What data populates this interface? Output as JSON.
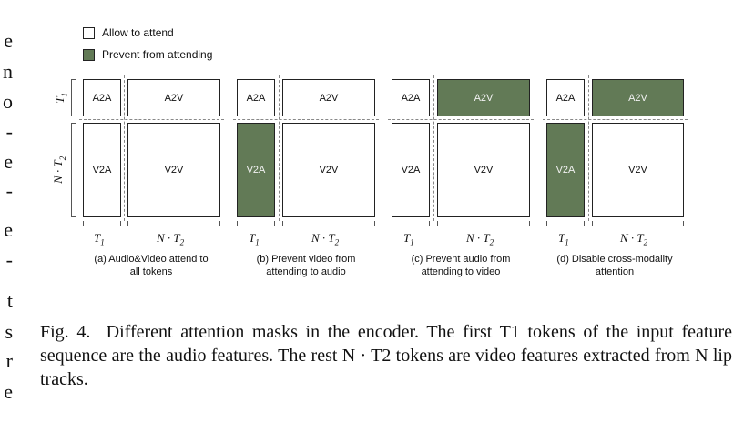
{
  "margin_letters": [
    "e",
    "n",
    "o",
    "-",
    "e",
    "-",
    "e",
    "-",
    "t",
    "s",
    "r",
    "e"
  ],
  "legend": {
    "allow_label": "Allow to attend",
    "prevent_label": "Prevent from attending",
    "allow_color": "#ffffff",
    "prevent_color": "#627a56"
  },
  "axis": {
    "t1": "T1",
    "nt2": "N · T2"
  },
  "panels": [
    {
      "a2a": "A2A",
      "a2v": "A2V",
      "v2a": "V2A",
      "v2v": "V2V",
      "blocked": [],
      "caption_line1": "(a) Audio&Video attend to",
      "caption_line2": "all tokens"
    },
    {
      "a2a": "A2A",
      "a2v": "A2V",
      "v2a": "V2A",
      "v2v": "V2V",
      "blocked": [
        "v2a"
      ],
      "caption_line1": "(b) Prevent video from",
      "caption_line2": "attending to audio"
    },
    {
      "a2a": "A2A",
      "a2v": "A2V",
      "v2a": "V2A",
      "v2v": "V2V",
      "blocked": [
        "a2v"
      ],
      "caption_line1": "(c) Prevent audio from",
      "caption_line2": "attending to video"
    },
    {
      "a2a": "A2A",
      "a2v": "A2V",
      "v2a": "V2A",
      "v2v": "V2V",
      "blocked": [
        "a2v",
        "v2a"
      ],
      "caption_line1": "(d) Disable cross-modality",
      "caption_line2": "attention"
    }
  ],
  "caption": {
    "label": "Fig. 4.",
    "text": "Different attention masks in the encoder. The first T1 tokens of the input feature sequence are the audio features. The rest N · T2 tokens are video features extracted from N lip tracks."
  }
}
